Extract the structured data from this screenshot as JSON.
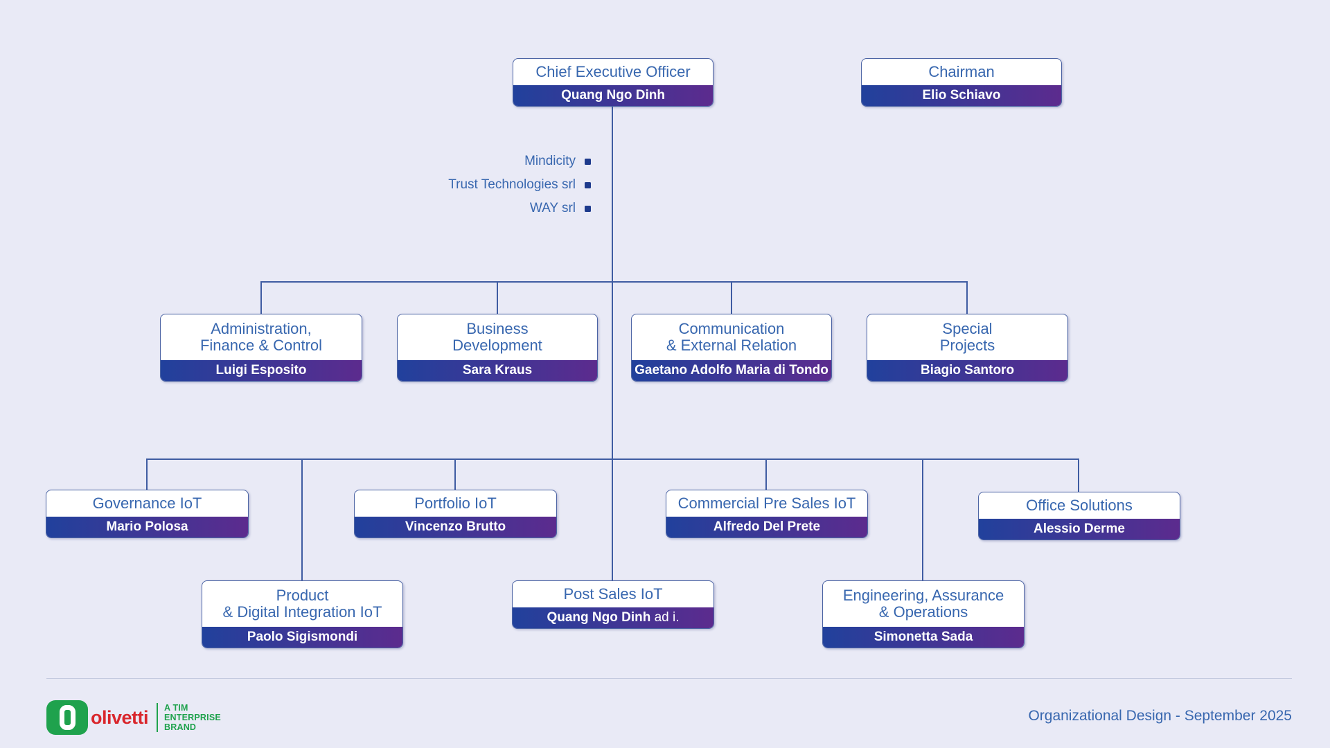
{
  "page": {
    "footer_note": "Organizational Design - September 2025"
  },
  "colors": {
    "background": "#E9EAF6",
    "box_border_blue": "#4C64A4",
    "title_blue": "#3867AF",
    "connector_blue": "#3F5CA2",
    "name_bar_gradient_left": "#21419C",
    "name_bar_gradient_right": "#5C2B8E",
    "bullet_navy": "#1D3A8C",
    "logo_green": "#1FA24D",
    "logo_red": "#D9262C"
  },
  "logo": {
    "wordmark": "olivetti",
    "tagline_lines": [
      "A TIM",
      "ENTERPRISE",
      "BRAND"
    ]
  },
  "subsidiaries": [
    {
      "label": "Mindicity"
    },
    {
      "label": "Trust Technologies srl"
    },
    {
      "label": "WAY srl"
    }
  ],
  "boxes": {
    "ceo": {
      "title": "Chief Executive Officer",
      "name": "Quang Ngo Dinh"
    },
    "chairman": {
      "title": "Chairman",
      "name": "Elio Schiavo"
    },
    "admin": {
      "title": "Administration,\nFinance & Control",
      "name": "Luigi Esposito"
    },
    "bizdev": {
      "title": "Business\nDevelopment",
      "name": "Sara Kraus"
    },
    "comm": {
      "title": "Communication\n& External Relation",
      "name": "Gaetano Adolfo Maria di Tondo"
    },
    "special": {
      "title": "Special\nProjects",
      "name": "Biagio Santoro"
    },
    "governance": {
      "title": "Governance IoT",
      "name": "Mario Polosa"
    },
    "portfolio": {
      "title": "Portfolio IoT",
      "name": "Vincenzo Brutto"
    },
    "commercial": {
      "title": "Commercial Pre Sales IoT",
      "name": "Alfredo Del Prete"
    },
    "office": {
      "title": "Office Solutions",
      "name": "Alessio Derme"
    },
    "product": {
      "title": "Product\n& Digital Integration IoT",
      "name": "Paolo Sigismondi"
    },
    "postsales": {
      "title": "Post Sales IoT",
      "name": "Quang Ngo Dinh",
      "suffix": " ad i."
    },
    "engineering": {
      "title": "Engineering, Assurance\n& Operations",
      "name": "Simonetta Sada"
    }
  }
}
